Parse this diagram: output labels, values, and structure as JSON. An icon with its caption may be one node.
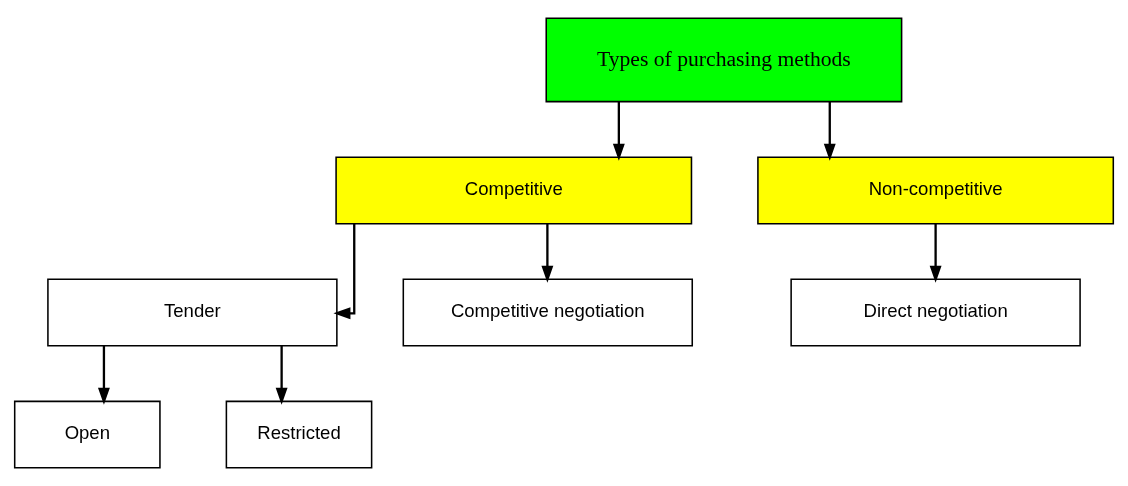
{
  "diagram": {
    "nodes": [
      {
        "text": [
          "Types of purchasing methods"
        ]
      },
      {
        "text": [
          "Competitive"
        ]
      },
      {
        "text": [
          "Non-competitive"
        ]
      },
      {
        "text": [
          "Tender"
        ]
      },
      {
        "text": [
          "Competitive negotiation"
        ]
      },
      {
        "text": [
          "Direct negotiation"
        ]
      },
      {
        "text": [
          "Open"
        ]
      },
      {
        "text": [
          "Restricted"
        ]
      }
    ],
    "edges": [
      {
        "from": 0,
        "to": 1,
        "arrow": "to"
      },
      {
        "from": 0,
        "to": 2,
        "arrow": "to"
      },
      {
        "from": 1,
        "to": 3,
        "arrow": "to"
      },
      {
        "from": 1,
        "to": 4,
        "arrow": "to"
      },
      {
        "from": 2,
        "to": 5,
        "arrow": "to"
      },
      {
        "from": 3,
        "to": 6,
        "arrow": "to"
      },
      {
        "from": 3,
        "to": 7,
        "arrow": "to"
      }
    ]
  }
}
